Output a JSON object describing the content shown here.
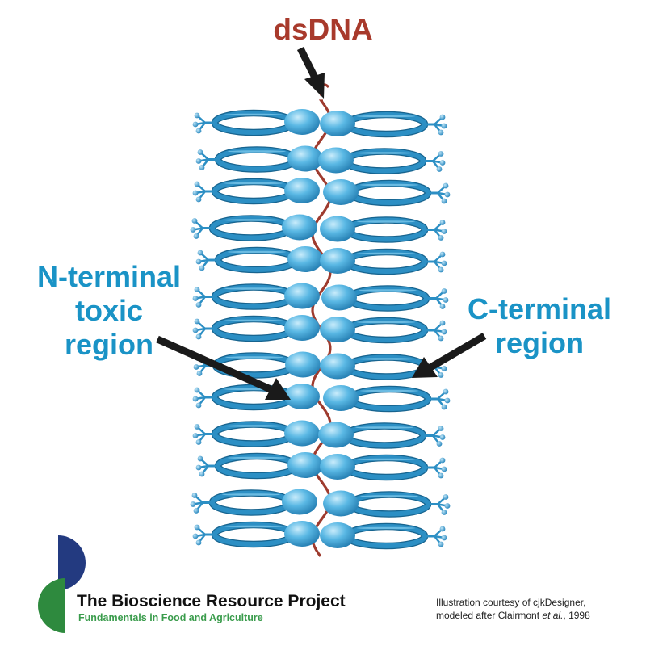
{
  "labels": {
    "dsdna": "dsDNA",
    "n_terminal": [
      "N-terminal",
      "toxic",
      "region"
    ],
    "c_terminal": [
      "C-terminal",
      "region"
    ]
  },
  "logo": {
    "title": "The Bioscience Resource Project",
    "subtitle": "Fundamentals in Food and Agriculture"
  },
  "credit": {
    "line1": "Illustration courtesy of cjkDesigner,",
    "line2_prefix": "modeled after Clairmont ",
    "line2_italic": "et al.",
    "line2_suffix": ", 1998"
  },
  "colors": {
    "dsdna_label": "#a83a2c",
    "region_labels": "#1a93c6",
    "protein_blue": "#2c8fc4",
    "bead_light": "#8fd0ee",
    "dna": "#9e3b2e",
    "arrow": "#1a1a1a",
    "logo_navy": "#233a80",
    "logo_green": "#2e8a3e"
  }
}
